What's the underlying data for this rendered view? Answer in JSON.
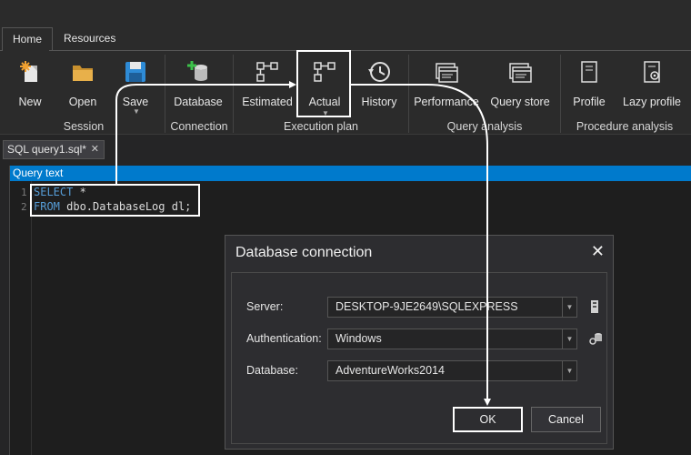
{
  "ribbon_tabs": {
    "home": "Home",
    "resources": "Resources"
  },
  "buttons": {
    "new": "New",
    "open": "Open",
    "save": "Save",
    "database": "Database",
    "estimated": "Estimated",
    "actual": "Actual",
    "history": "History",
    "performance": "Performance",
    "query_store": "Query store",
    "profile": "Profile",
    "lazy_profile": "Lazy profile"
  },
  "groups": {
    "session": "Session",
    "connection": "Connection",
    "execution_plan": "Execution plan",
    "query_analysis": "Query analysis",
    "procedure_analysis": "Procedure analysis"
  },
  "document_tab": {
    "title": "SQL query1.sql*",
    "close": "✕"
  },
  "query_panel": {
    "header": "Query text",
    "lines": [
      {
        "number": "1",
        "keyword": "SELECT",
        "rest": " *"
      },
      {
        "number": "2",
        "keyword": "FROM",
        "rest": " dbo.DatabaseLog dl;"
      }
    ]
  },
  "dialog": {
    "title": "Database connection",
    "close": "✕",
    "fields": {
      "server_label": "Server:",
      "server_value": "DESKTOP-9JE2649\\SQLEXPRESS",
      "auth_label": "Authentication:",
      "auth_value": "Windows",
      "database_label": "Database:",
      "database_value": "AdventureWorks2014"
    },
    "ok": "OK",
    "cancel": "Cancel"
  },
  "colors": {
    "accent": "#007acc",
    "keyword": "#569cd6",
    "highlight": "#ffffff"
  },
  "icons": [
    "new-icon",
    "open-folder-icon",
    "save-icon",
    "database-icon",
    "estimated-plan-icon",
    "actual-plan-icon",
    "history-icon",
    "performance-icon",
    "query-store-icon",
    "profile-icon",
    "lazy-profile-icon",
    "server-browse-icon",
    "auth-settings-icon"
  ]
}
